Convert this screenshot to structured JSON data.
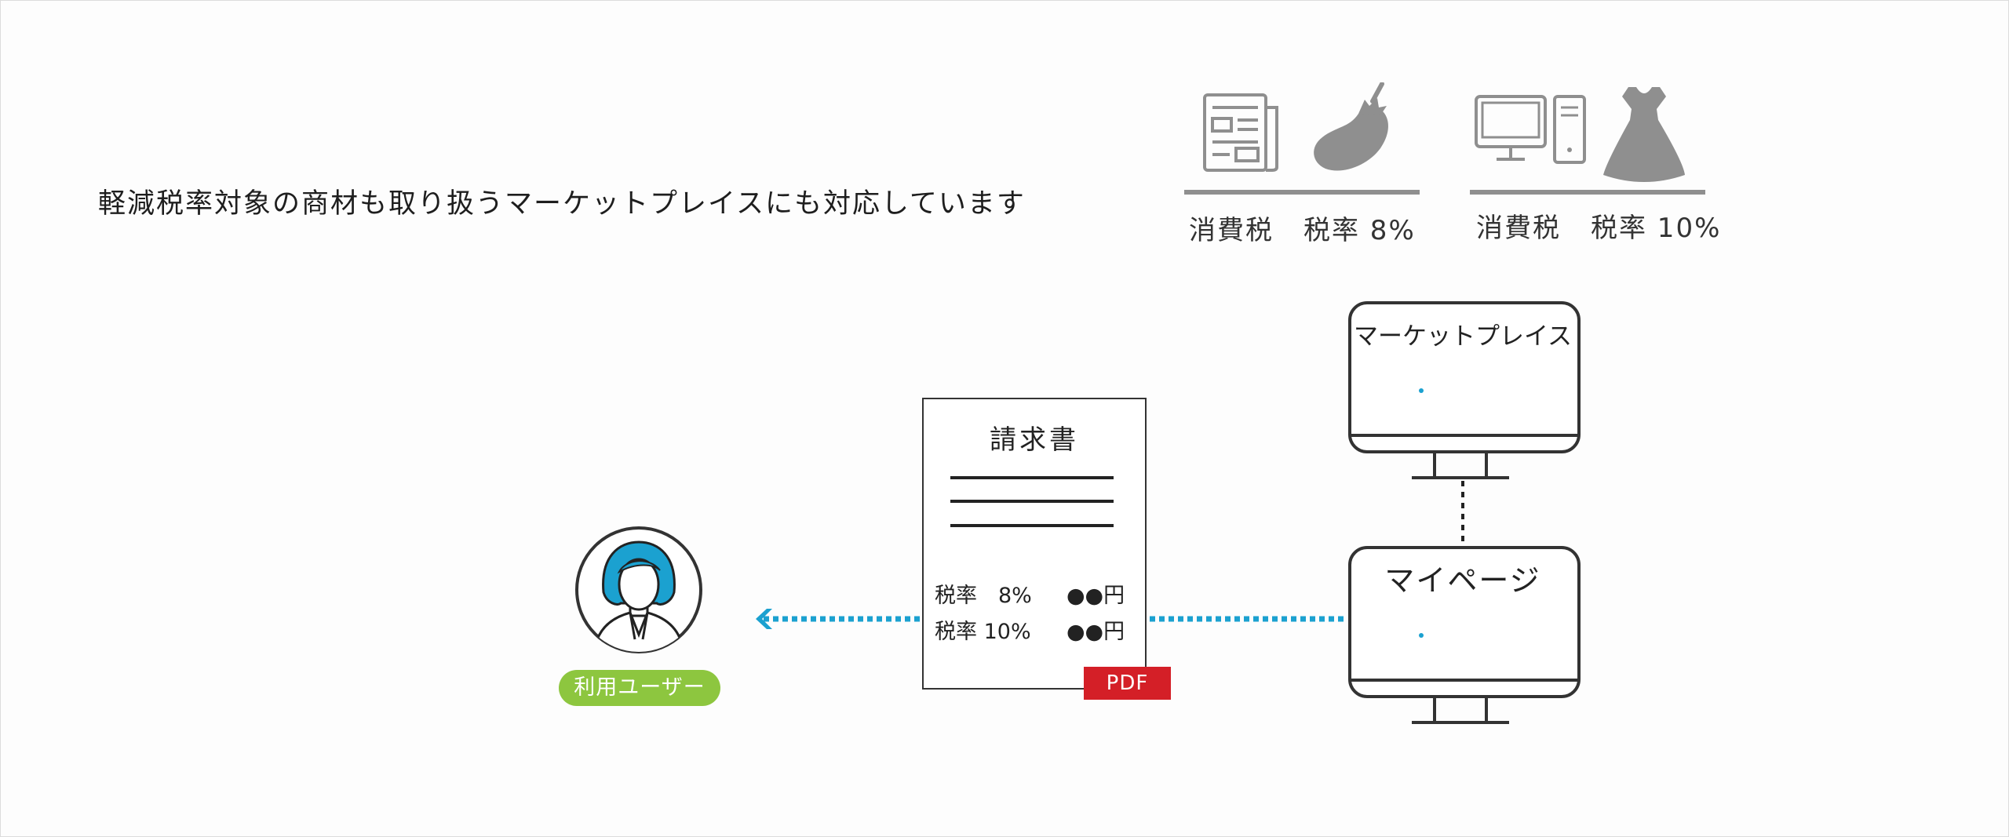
{
  "headline": "軽減税率対象の商材も取り扱うマーケットプレイスにも対応しています",
  "tax_groups": [
    {
      "tax_label": "消費税",
      "rate_label": "税率 8%",
      "icons": [
        "newspaper-icon",
        "eggplant-icon"
      ]
    },
    {
      "tax_label": "消費税",
      "rate_label": "税率 10%",
      "icons": [
        "desktop-computer-icon",
        "dress-icon"
      ]
    }
  ],
  "marketplace": {
    "label": "マーケットプレイス"
  },
  "mypage": {
    "label": "マイページ"
  },
  "invoice": {
    "title": "請求書",
    "rows": [
      {
        "rate": "税率　8%",
        "amount": "●●円"
      },
      {
        "rate": "税率 10%",
        "amount": "●●円"
      }
    ],
    "badge": "PDF"
  },
  "user": {
    "label": "利用ユーザー"
  },
  "colors": {
    "accent_blue": "#1ba1d0",
    "pdf_red": "#d41f27",
    "user_green": "#8dc63f",
    "icon_gray": "#8f8f8f",
    "line_dark": "#333333"
  }
}
